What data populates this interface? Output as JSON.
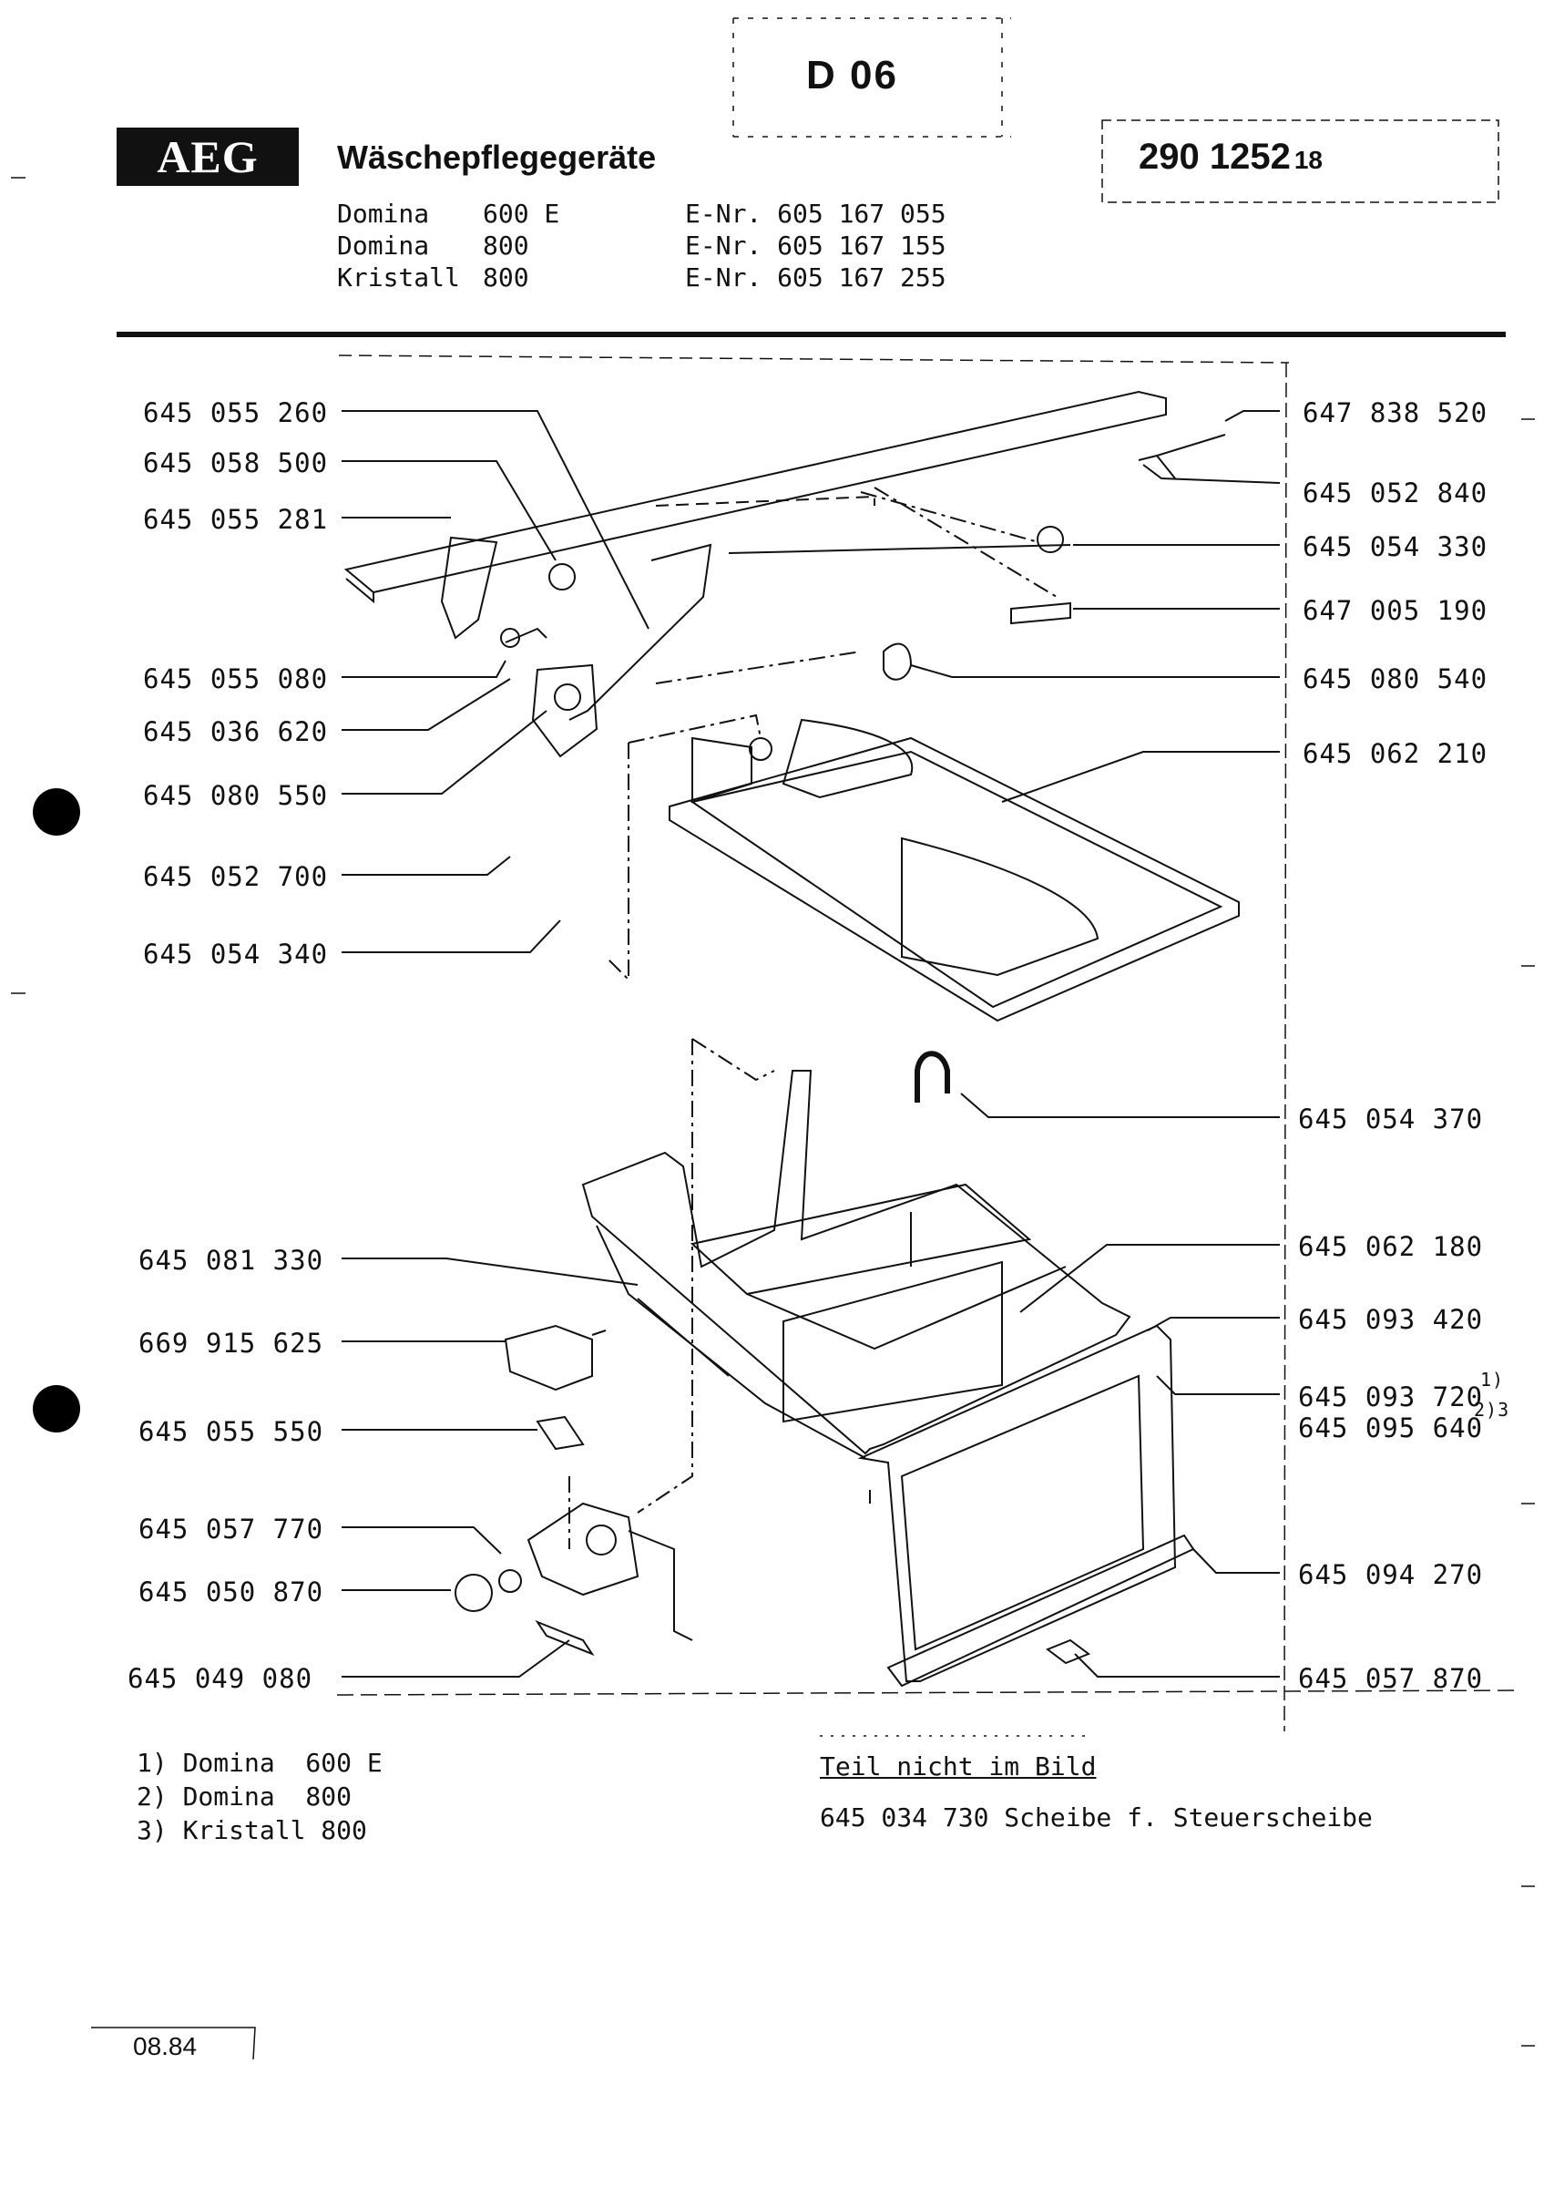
{
  "header": {
    "logo": "AEG",
    "title": "Wäschepflegegeräte",
    "sheet": "D 06",
    "doc_number": "290 1252",
    "doc_suffix": "18",
    "models": [
      {
        "name": "Domina",
        "variant": "600 E",
        "enr": "E-Nr. 605 167 055"
      },
      {
        "name": "Domina",
        "variant": "800",
        "enr": "E-Nr. 605 167 155"
      },
      {
        "name": "Kristall",
        "variant": "800",
        "enr": "E-Nr. 605 167 255"
      }
    ]
  },
  "left_labels": [
    "645 055 260",
    "645 058 500",
    "645 055 281",
    "645 055 080",
    "645 036 620",
    "645 080 550",
    "645 052 700",
    "645 054 340",
    "645 081 330",
    "669 915 625",
    "645 055 550",
    "645 057 770",
    "645 050 870",
    "645 049 080"
  ],
  "right_labels": [
    "647 838 520",
    "645 052 840",
    "645 054 330",
    "647 005 190",
    "645 080 540",
    "645 062 210",
    "645 054 370",
    "645 062 180",
    "645 093 420",
    "645 093 720",
    "645 095 640",
    "645 094 270",
    "645 057 870"
  ],
  "right_superscripts": {
    "645 093 720": "1)",
    "645 095 640": "2)3"
  },
  "footnotes": [
    "1) Domina  600 E",
    "2) Domina  800",
    "3) Kristall 800"
  ],
  "not_shown": {
    "heading": "Teil nicht im Bild",
    "line": "645 034 730 Scheibe f. Steuerscheibe"
  },
  "date": "08.84"
}
